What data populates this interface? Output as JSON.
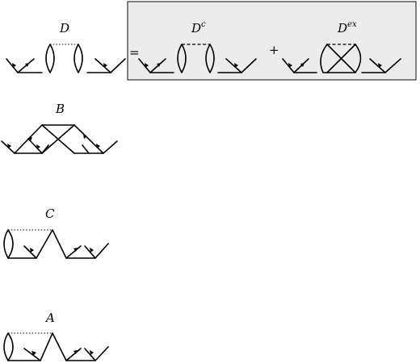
{
  "labels": {
    "D": "D",
    "D_c_base": "D",
    "D_c_sup": "c",
    "D_ex_base": "D",
    "D_ex_sup": "ex",
    "B": "B",
    "C": "C",
    "A": "A"
  },
  "operators": {
    "equals": "=",
    "plus": "+"
  },
  "colors": {
    "box_fill": "#ececec",
    "box_stroke": "#333333",
    "line": "#000000"
  }
}
